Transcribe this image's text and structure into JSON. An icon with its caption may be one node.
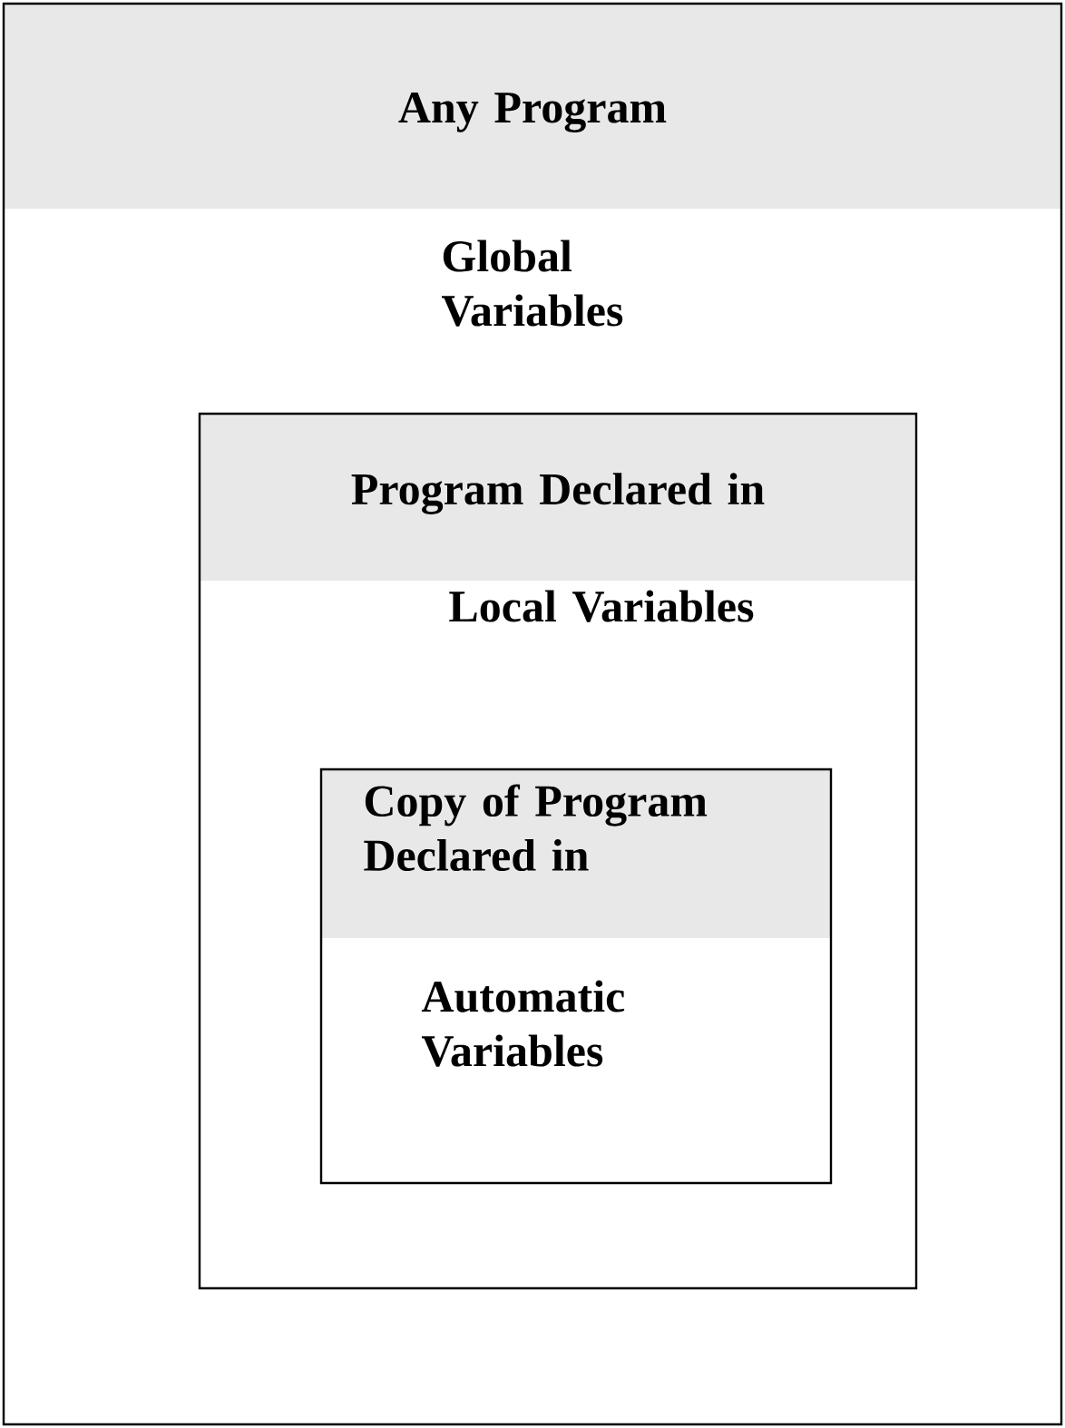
{
  "diagram": {
    "nodes": [
      {
        "text": [
          "Any Program",
          "Global Variables"
        ]
      },
      {
        "text": [
          "Program Declared in",
          "Local Variables"
        ],
        "in": 0
      },
      {
        "text": [
          "Copy of Program Declared in",
          "Automatic Variables"
        ],
        "in": 1
      }
    ]
  }
}
